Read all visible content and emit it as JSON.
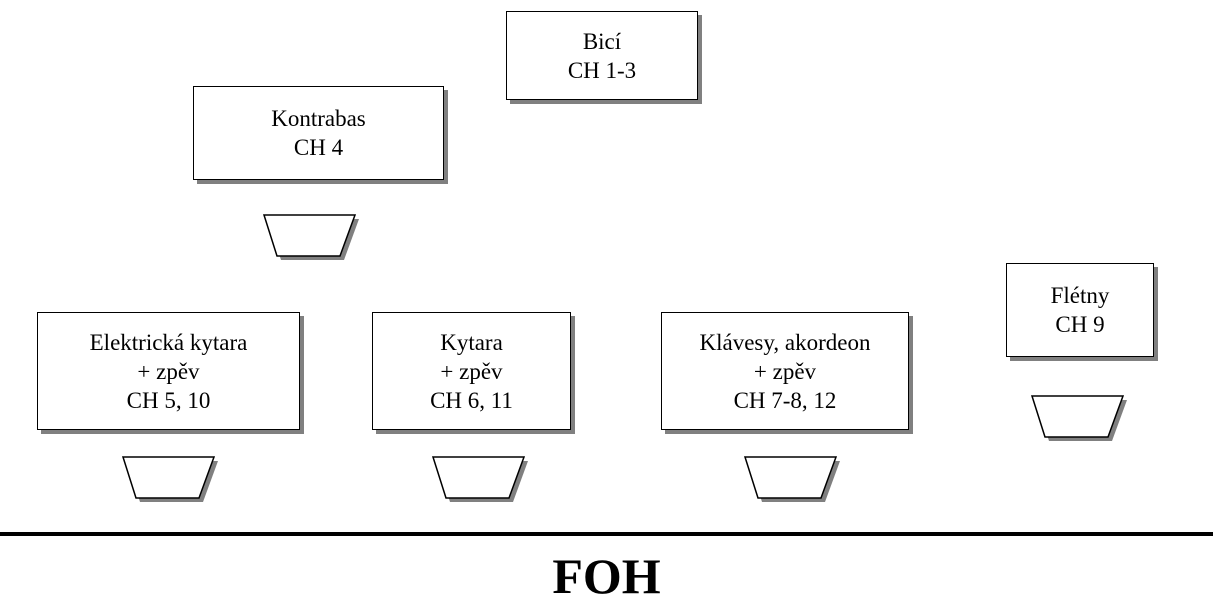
{
  "instruments": {
    "drums": {
      "name": "Bicí",
      "channels": "CH 1-3"
    },
    "bass": {
      "name": "Kontrabas",
      "channels": "CH 4"
    },
    "electric_guitar": {
      "name": "Elektrická kytara",
      "vocal": "+ zpěv",
      "channels": "CH 5, 10"
    },
    "guitar": {
      "name": "Kytara",
      "vocal": "+ zpěv",
      "channels": "CH 6, 11"
    },
    "keys": {
      "name": "Klávesy, akordeon",
      "vocal": "+ zpěv",
      "channels": "CH 7-8, 12"
    },
    "flutes": {
      "name": "Flétny",
      "channels": "CH 9"
    }
  },
  "stage_edge": {
    "label": "FOH"
  },
  "colors": {
    "line": "#000000",
    "shadow": "#808080",
    "background": "#ffffff"
  },
  "icons": {
    "monitor": "floor-monitor-wedge-icon"
  }
}
